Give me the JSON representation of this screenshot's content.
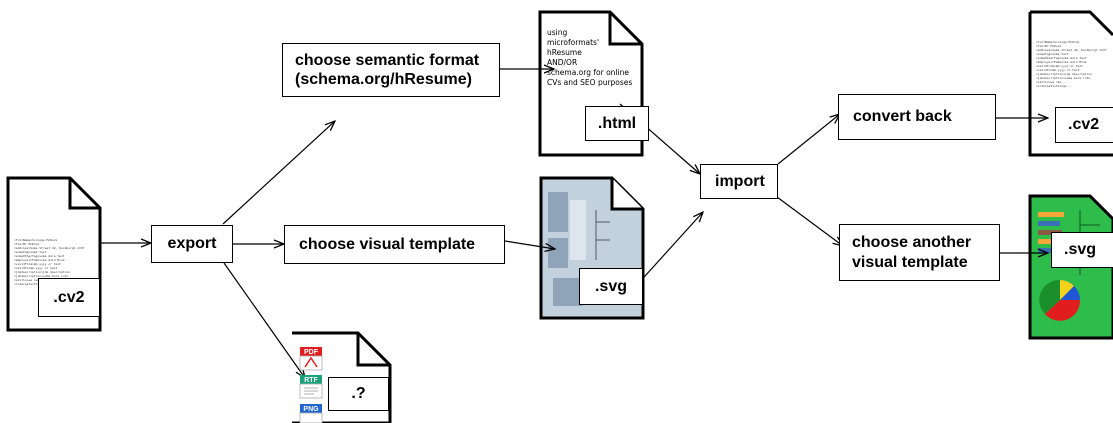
{
  "boxes": {
    "export": "export",
    "semantic_line1": "choose semantic format",
    "semantic_line2": "(schema.org/hResume)",
    "visual_template": "choose visual template",
    "import": "import",
    "convert_back": "convert back",
    "another_line1": "choose another",
    "another_line2": "visual template"
  },
  "files": {
    "source_cv2": ".cv2",
    "html": ".html",
    "svg": ".svg",
    "unknown": ".?",
    "result_cv2": ".cv2",
    "result_svg": ".svg"
  },
  "html_note": "using\nmicroformats'\nhResume\nAND/OR\nschema.org for online\nCVs and SEO purposes",
  "cv2_content": "<fullName>Scrooge McDuck\n<fav>Mr McDuck\n<address>Some Street 42, Duckburgh 1337\n<someTag>some text\n<someOtherTag>some more text\n<employer>Fabelike Gold Mine\n<validFrom>mm.yyyy or text\n<validTo>mm.yyyy or text\n<jobdescription>job description\n<jobdescription>some more info\n<skills>we can...\n<interests>things...",
  "format_badges": [
    "PDF",
    "RTF",
    "PNG"
  ],
  "colors": {
    "pdf": "#e02020",
    "rtf": "#1aa37a",
    "png": "#2266cc",
    "green_page": "#2ebc4b",
    "svg_page": "#c3d1dc"
  }
}
